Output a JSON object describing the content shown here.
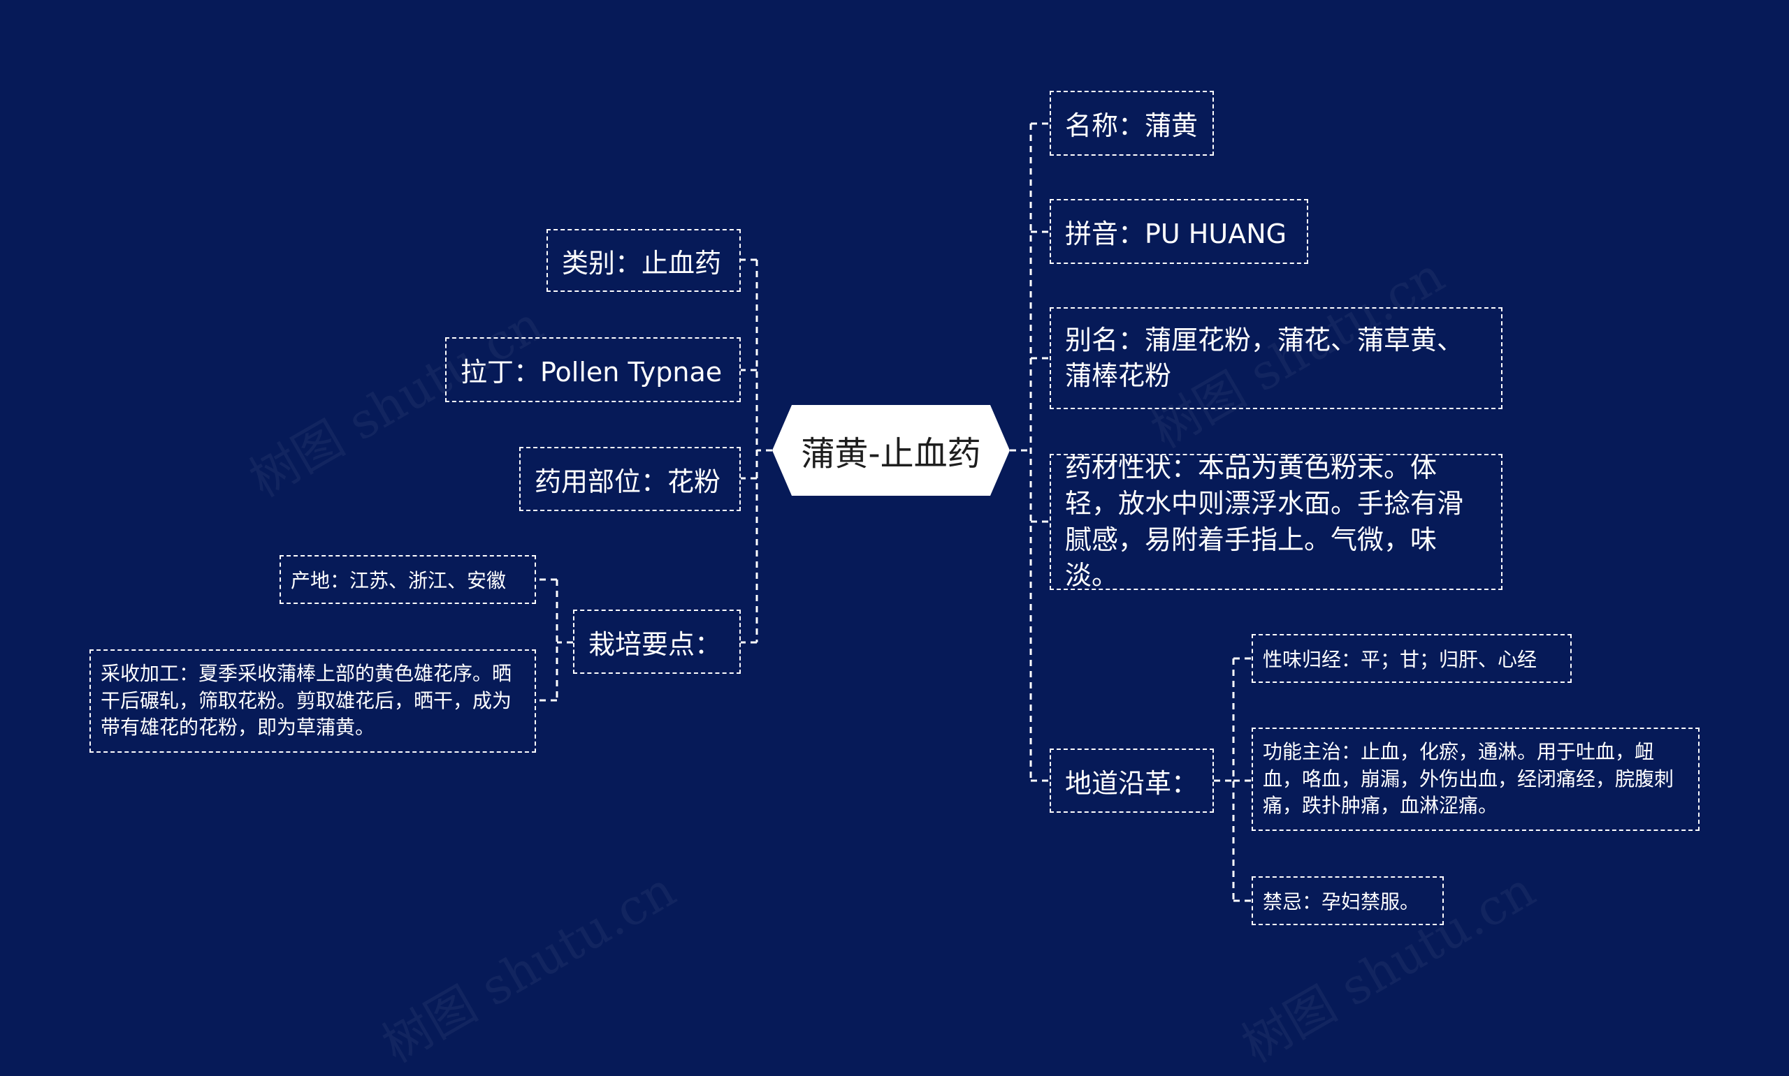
{
  "center": {
    "label": "蒲黄-止血药"
  },
  "left": {
    "category": "类别：止血药",
    "latin": "拉丁：Pollen Typnae",
    "part": "药用部位：花粉",
    "cultivation": {
      "label": "栽培要点：",
      "origin": "产地：江苏、浙江、安徽",
      "processing": "采收加工：夏季采收蒲棒上部的黄色雄花序。晒干后碾轧，筛取花粉。剪取雄花后，晒干，成为带有雄花的花粉，即为草蒲黄。"
    }
  },
  "right": {
    "name": "名称：蒲黄",
    "pinyin": "拼音：PU HUANG",
    "alias": "别名：蒲厘花粉，蒲花、蒲草黄、蒲棒花粉",
    "traits": "药材性状：本品为黄色粉末。体轻，放水中则漂浮水面。手捻有滑腻感，易附着手指上。气微，味淡。",
    "origin_history": {
      "label": "地道沿革：",
      "taste": "性味归经：平；甘；归肝、心经",
      "function": "功能主治：止血，化瘀，通淋。用于吐血，衄血，咯血，崩漏，外伤出血，经闭痛经，脘腹刺痛，跌扑肿痛，血淋涩痛。",
      "taboo": "禁忌：孕妇禁服。"
    }
  },
  "watermark": "树图 shutu.cn",
  "colors": {
    "background": "#061a58",
    "line": "#ffffff",
    "center_fill": "#ffffff",
    "center_text": "#1e1e1e"
  }
}
